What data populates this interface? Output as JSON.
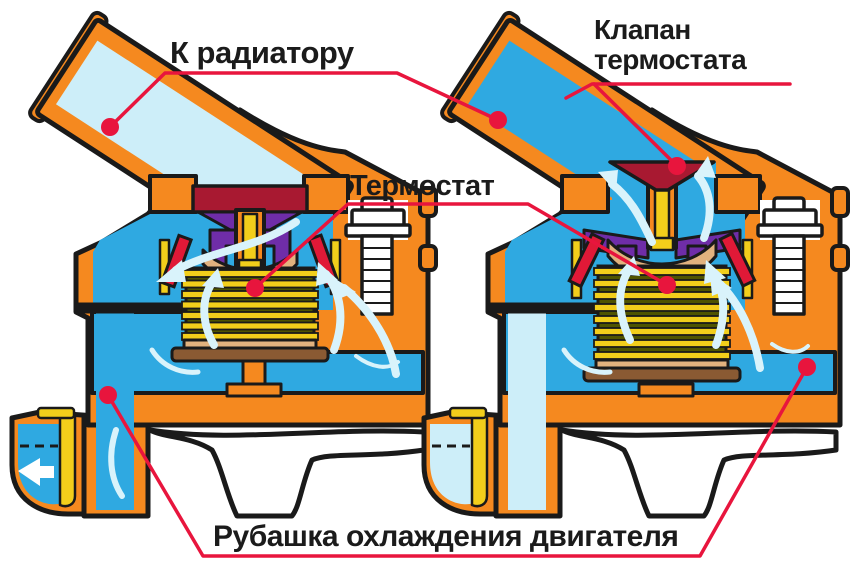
{
  "diagram": {
    "labels": {
      "to_radiator": "К радиатору",
      "thermostat_valve": {
        "line1": "Клапан",
        "line2": "термостата"
      },
      "thermostat": "Термостат",
      "engine_cooling_jacket": "Рубашка охлаждения двигателя"
    },
    "colors": {
      "housing_orange": "#F5891F",
      "coolant_flowing_blue": "#2FA9E1",
      "coolant_still_pale": "#CDEEF9",
      "flow_arrow_cyan": "#D9F3FB",
      "callout_red": "#E8153D",
      "spring_yellow": "#F2CE1B",
      "spring_shadow_olive": "#4F5400",
      "valve_frame_purple": "#6F2DA8",
      "valve_seat_dark_red": "#A81931",
      "diaphragm_tan": "#E2B27E",
      "base_plate_brown": "#8A5A33",
      "seal_red": "#E01937",
      "outline_black": "#1A1A1A",
      "label_text": "#1B1B1B",
      "background": "#FFFFFF"
    }
  }
}
